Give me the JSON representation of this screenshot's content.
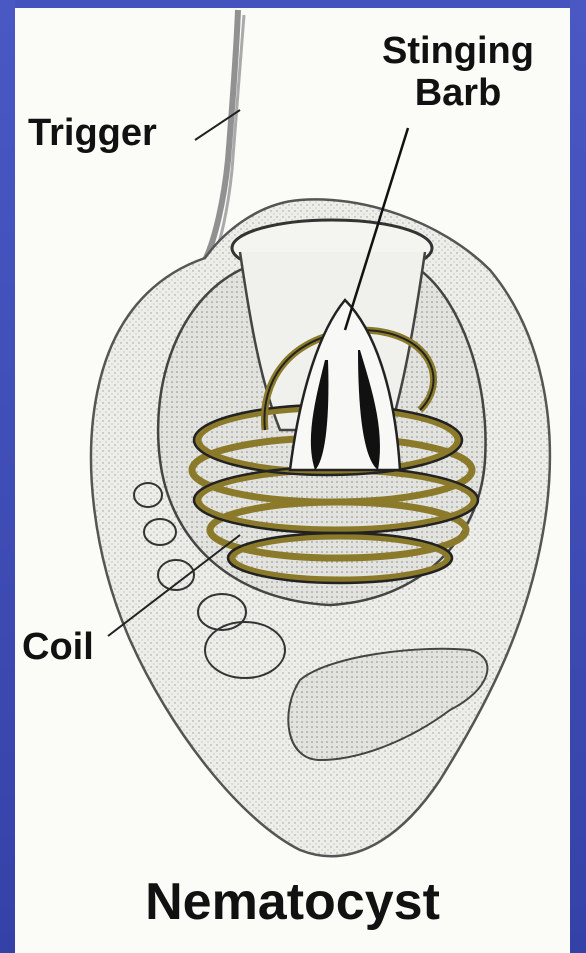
{
  "labels": {
    "trigger": "Trigger",
    "barb_line1": "Stinging",
    "barb_line2": "Barb",
    "coil": "Coil",
    "caption": "Nematocyst"
  },
  "colors": {
    "frame": "#3f4fb8",
    "panel": "#fbfbf8",
    "coil": "#8a7a2a",
    "outline": "#444444"
  }
}
